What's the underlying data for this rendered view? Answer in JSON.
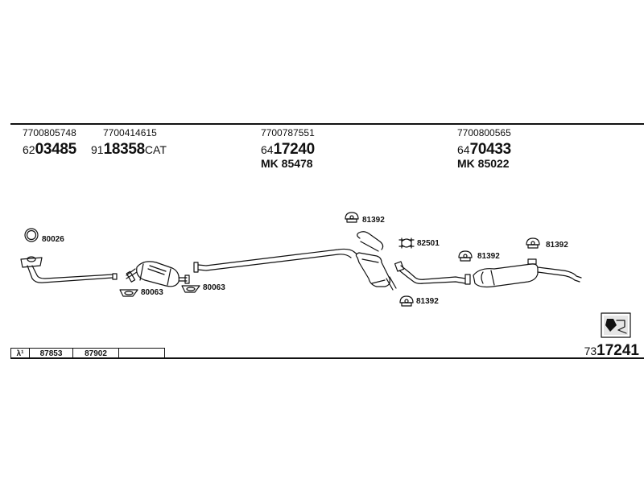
{
  "parts": [
    {
      "oe": "7700805748",
      "pn_prefix": "62",
      "pn_main": "03485",
      "pn_suffix": "",
      "mk": ""
    },
    {
      "oe": "7700414615",
      "pn_prefix": "91",
      "pn_main": "18358",
      "pn_suffix": "CAT",
      "mk": ""
    },
    {
      "oe": "7700787551",
      "pn_prefix": "64",
      "pn_main": "17240",
      "pn_suffix": "",
      "mk": "MK 85478"
    },
    {
      "oe": "7700800565",
      "pn_prefix": "64",
      "pn_main": "70433",
      "pn_suffix": "",
      "mk": "MK 85022"
    }
  ],
  "callouts": {
    "ring_top": "80026",
    "gasket_left": "80063",
    "gasket_mid": "80063",
    "hanger_top": "81392",
    "clamp": "82501",
    "hanger_mid": "81392",
    "hanger_right": "81392",
    "hanger_bottom": "81392"
  },
  "lambda_table": {
    "symbol": "λ¹",
    "cells": [
      "87853",
      "87902",
      ""
    ]
  },
  "reference": {
    "prefix": "73",
    "main": "17241"
  }
}
